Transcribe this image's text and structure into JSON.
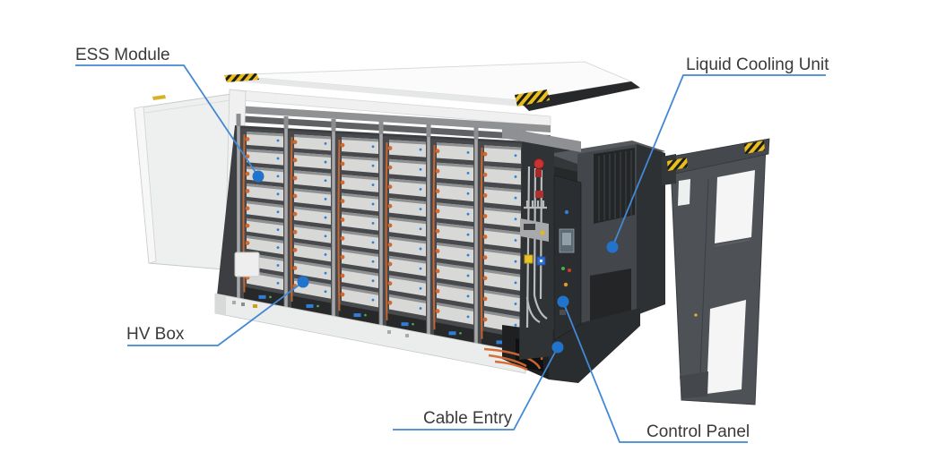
{
  "diagram": {
    "labels": {
      "ess_module": "ESS Module",
      "liquid_cooling_unit": "Liquid Cooling Unit",
      "hv_box": "HV Box",
      "cable_entry": "Cable Entry",
      "control_panel": "Control Panel"
    },
    "colors": {
      "leader_line": "#4288d4",
      "marker_dot": "#2273cc",
      "label_text": "#3a3a3a",
      "cable_orange": "#d4692f",
      "hazard_yellow": "#e8bd1c",
      "module_gray": "#d8d9d7",
      "unit_dark": "#43474b",
      "background": "#ffffff"
    }
  }
}
